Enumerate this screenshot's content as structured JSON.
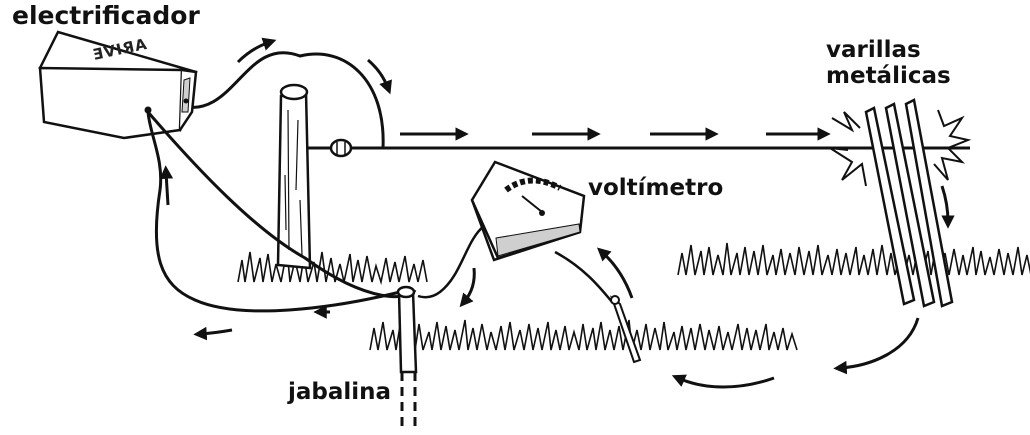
{
  "labels": {
    "electrificador": "electrificador",
    "varillas_line1": "varillas",
    "varillas_line2": "metálicas",
    "voltimetro": "voltímetro",
    "jabalina": "jabalina"
  },
  "device_stamp": "ƎVIЯA",
  "colors": {
    "ink": "#111111",
    "fill": "#ffffff",
    "shade": "#cfcfcf"
  }
}
